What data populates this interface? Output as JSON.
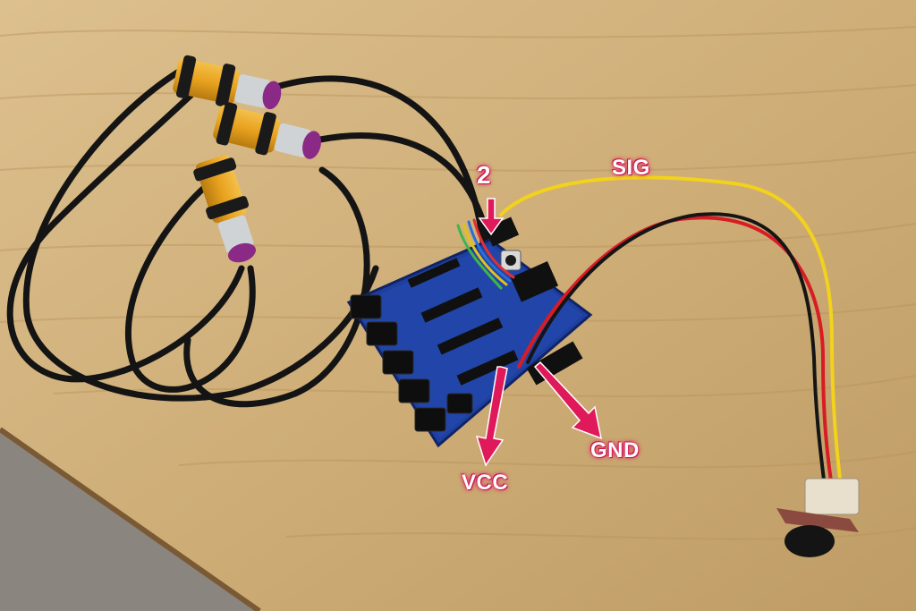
{
  "annotations": {
    "pin_label": "2",
    "sig_label": "SIG",
    "gnd_label": "GND",
    "vcc_label": "VCC"
  },
  "colors": {
    "desk": "#cfae78",
    "board": "#1f3f9e",
    "arrow": "#e01a5a",
    "wire_signal": "#f2d21a",
    "wire_power": "#d81c24",
    "wire_ground": "#151515",
    "sensor_body": "#e8a21e",
    "sensor_cap": "#8a2a86"
  },
  "objects": [
    "desk",
    "sensor-shield-board",
    "photoelectric-sensors",
    "buzzer-module",
    "wires"
  ]
}
